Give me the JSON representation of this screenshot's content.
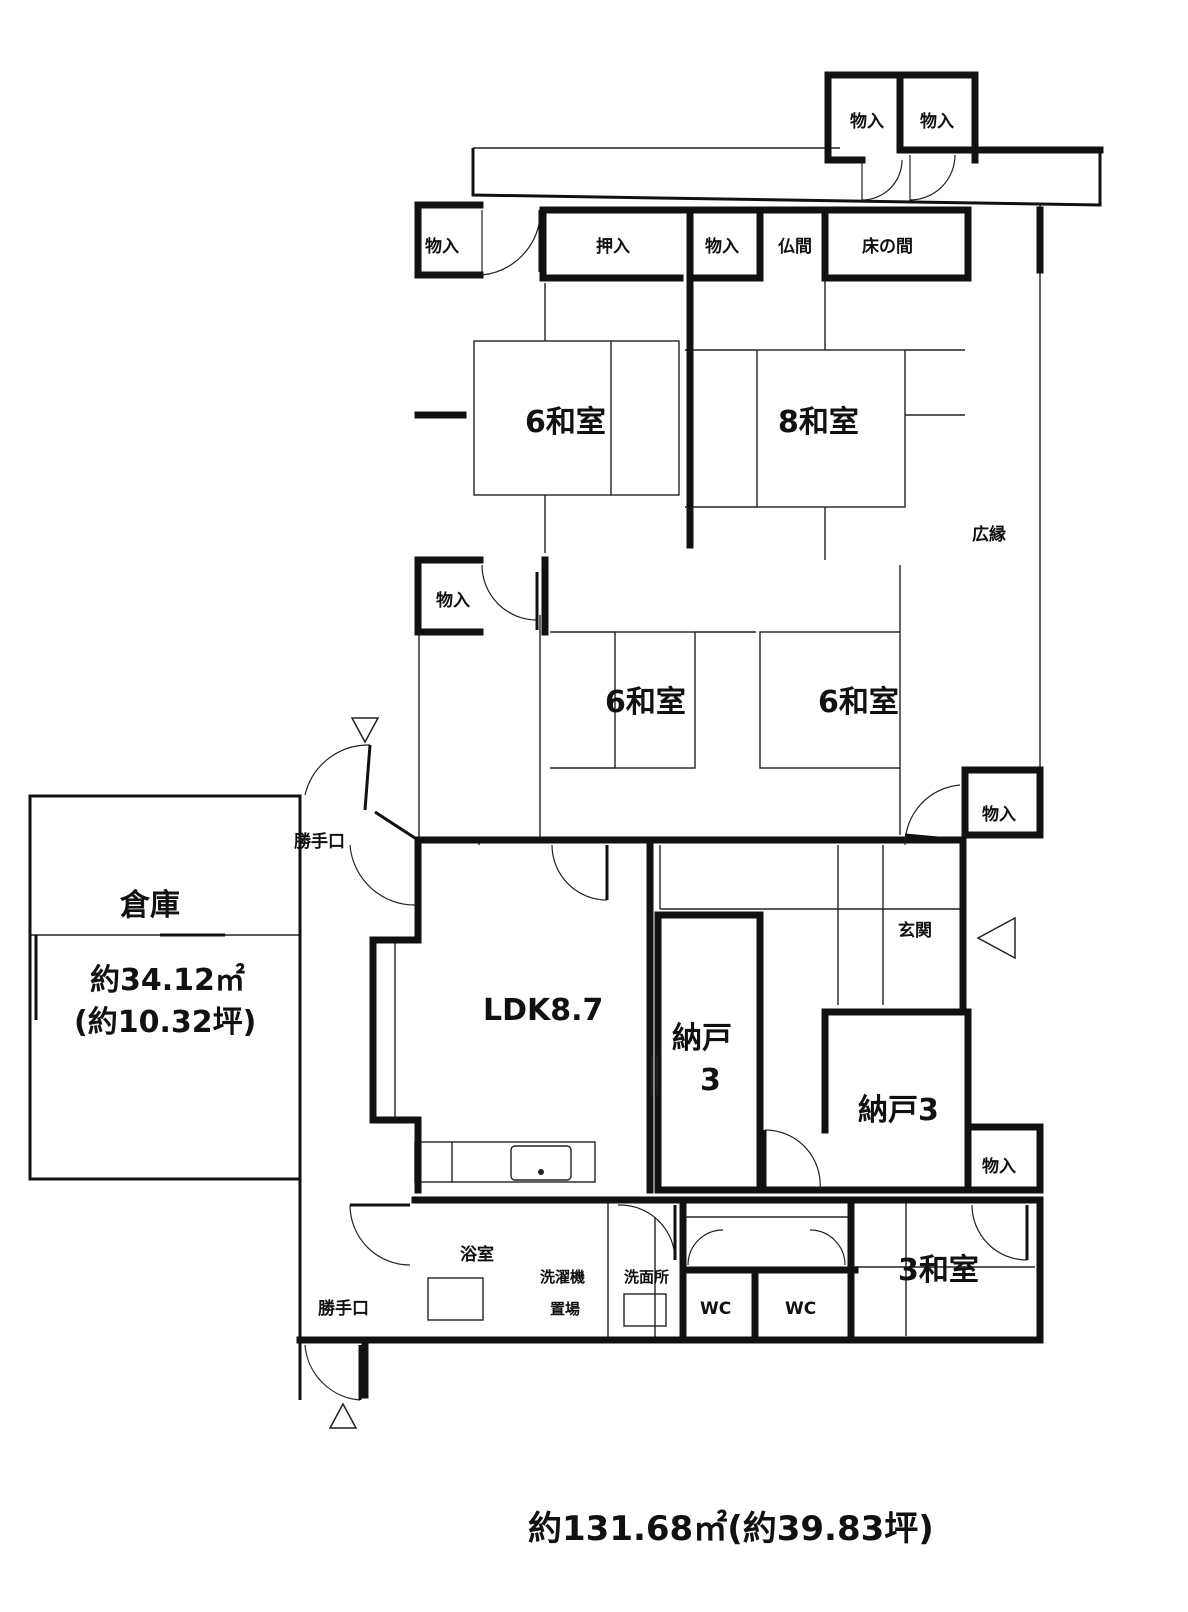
{
  "rooms": {
    "washitsu_6_top": "6和室",
    "washitsu_8": "8和室",
    "washitsu_6_mid_left": "6和室",
    "washitsu_6_mid_right": "6和室",
    "washitsu_3": "3和室",
    "ldk": "LDK8.7",
    "nando_left_line1": "納戸",
    "nando_left_line2": "3",
    "nando_right": "納戸3",
    "genkan": "玄関",
    "hiroen": "広縁",
    "butsuma": "仏間",
    "tokonoma": "床の間",
    "oshiire": "押入",
    "monoire": "物入",
    "kattekuchi": "勝手口",
    "yokushitsu": "浴室",
    "sentakuki_line1": "洗濯機",
    "sentakuki_line2": "置場",
    "senmenjo": "洗面所",
    "wc": "WC"
  },
  "storage": {
    "label": "倉庫",
    "area_m2": "約34.12㎡",
    "area_tsubo": "(約10.32坪)"
  },
  "total_area": "約131.68㎡(約39.83坪)"
}
